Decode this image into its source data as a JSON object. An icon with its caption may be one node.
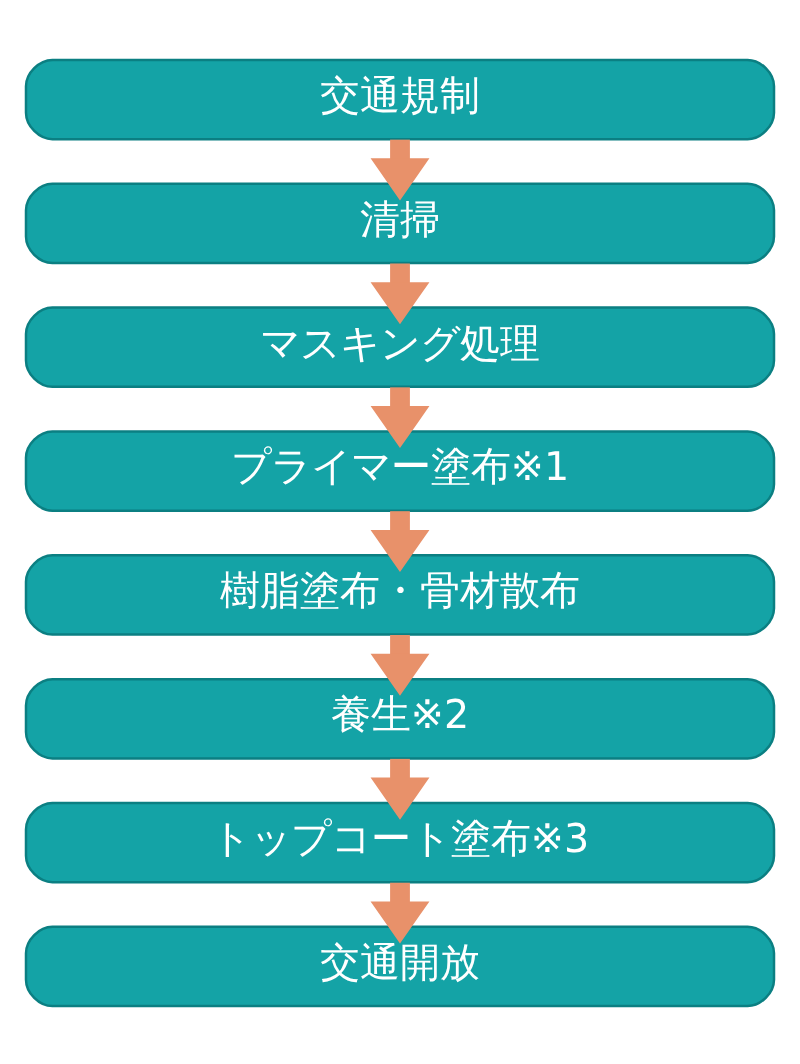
{
  "diagram": {
    "nodes": [
      {
        "text": [
          "交通規制"
        ]
      },
      {
        "text": [
          "清掃"
        ]
      },
      {
        "text": [
          "マスキング処理"
        ]
      },
      {
        "text": [
          "プライマー塗布※1"
        ]
      },
      {
        "text": [
          "樹脂塗布・骨材散布"
        ]
      },
      {
        "text": [
          "養生※2"
        ]
      },
      {
        "text": [
          "トップコート塗布※3"
        ]
      },
      {
        "text": [
          "交通開放"
        ]
      }
    ],
    "edges": [
      {
        "from": 0,
        "to": 1,
        "arrow": "to"
      },
      {
        "from": 1,
        "to": 2,
        "arrow": "to"
      },
      {
        "from": 2,
        "to": 3,
        "arrow": "to"
      },
      {
        "from": 3,
        "to": 4,
        "arrow": "to"
      },
      {
        "from": 4,
        "to": 5,
        "arrow": "to"
      },
      {
        "from": 5,
        "to": 6,
        "arrow": "to"
      },
      {
        "from": 6,
        "to": 7,
        "arrow": "to"
      }
    ]
  }
}
